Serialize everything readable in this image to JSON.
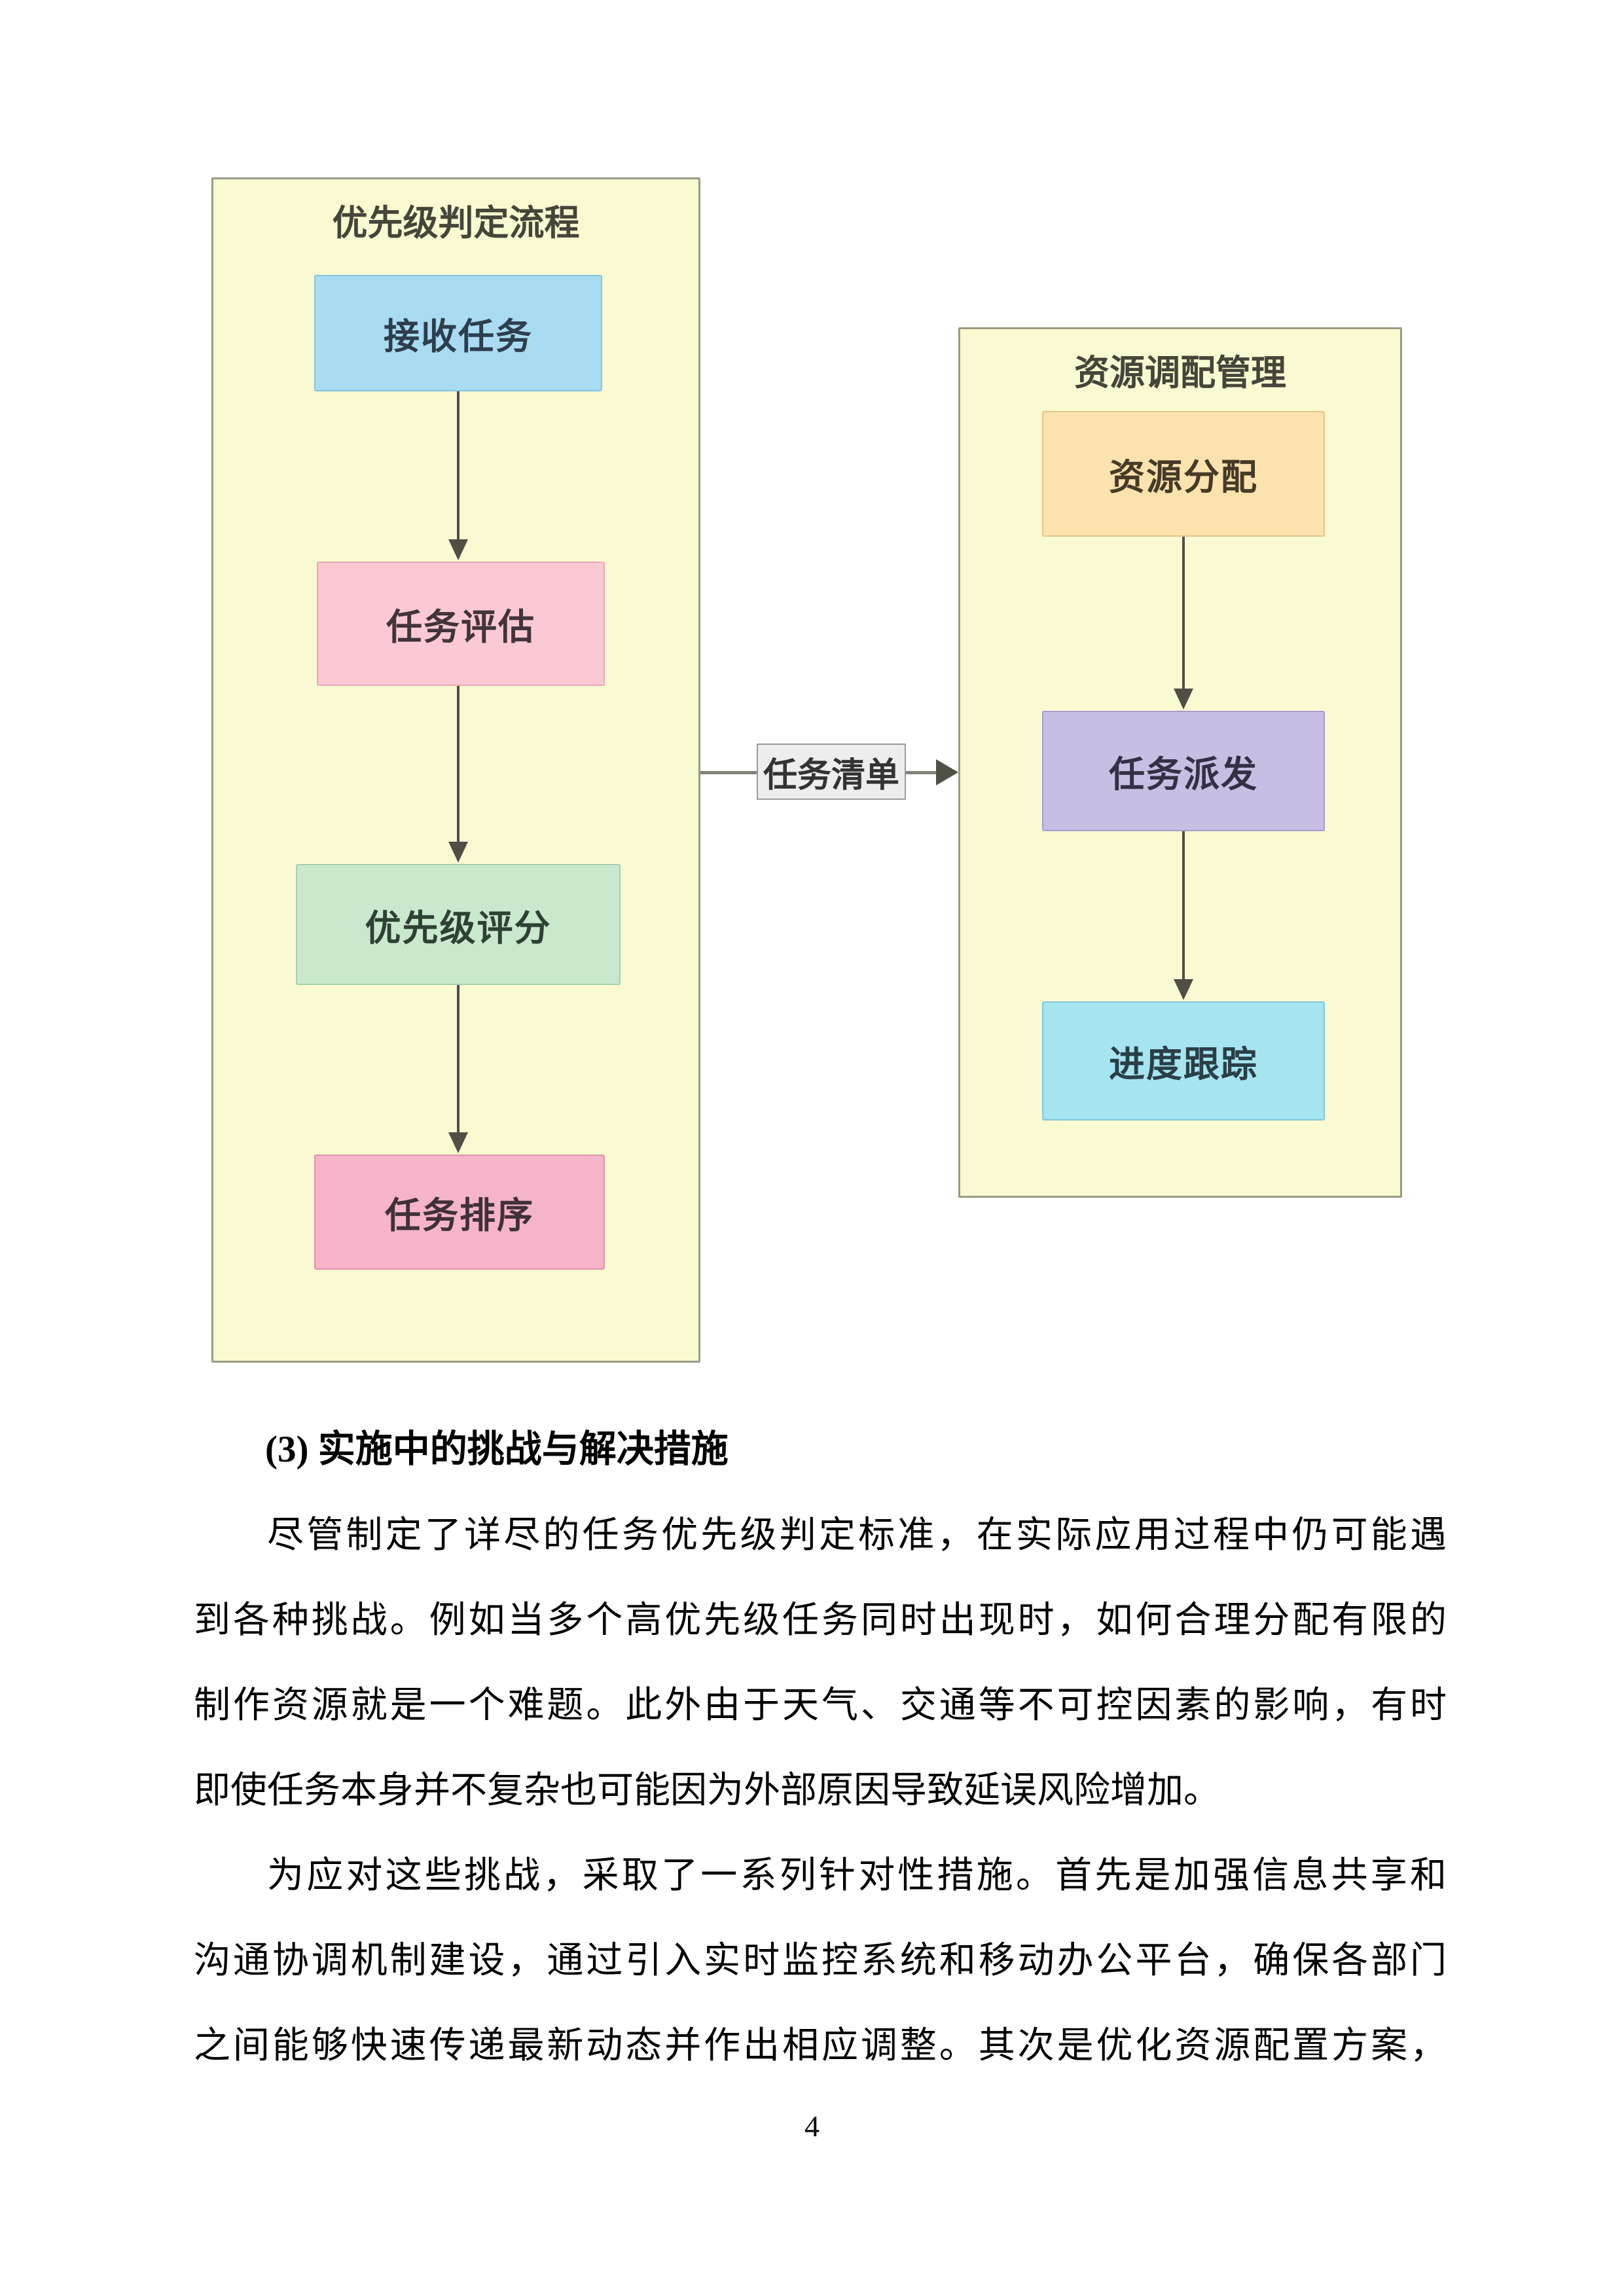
{
  "diagram": {
    "arrow_color": "#4f4f46",
    "hline_color": "#82827a",
    "container_fill": "#FAFAD2",
    "container_border": "#9a9a85",
    "edge_label": {
      "text": "任务清单",
      "fill": "#EDEDED",
      "border": "#9a9a9a",
      "text_color": "#333333"
    },
    "left_group": {
      "title": "优先级判定流程",
      "nodes": [
        {
          "label": "接收任务",
          "fill": "#A9DCF2",
          "border": "#86C3DF",
          "text_color": "#2e3e4e"
        },
        {
          "label": "任务评估",
          "fill": "#FAC9D3",
          "border": "#E8A8B8",
          "text_color": "#41343a"
        },
        {
          "label": "优先级评分",
          "fill": "#C9E8CE",
          "border": "#A6D0AE",
          "text_color": "#2f4034"
        },
        {
          "label": "任务排序",
          "fill": "#F5B4C9",
          "border": "#DE93AE",
          "text_color": "#40303a"
        }
      ]
    },
    "right_group": {
      "title": "资源调配管理",
      "top_border": "#d98c7e",
      "nodes": [
        {
          "label": "资源分配",
          "fill": "#FBE2AE",
          "border": "#E6C586",
          "text_color": "#463a28"
        },
        {
          "label": "任务派发",
          "fill": "#C7BEE4",
          "border": "#A89BCE",
          "text_color": "#352f45"
        },
        {
          "label": "进度跟踪",
          "fill": "#A6E4F0",
          "border": "#7FC8DC",
          "text_color": "#2a3f46"
        }
      ]
    }
  },
  "content": {
    "heading": "(3) 实施中的挑战与解决措施",
    "paragraphs": [
      {
        "lines": [
          "尽管制定了详尽的任务优先级判定标准，在实际应用过程中仍可能遇",
          "到各种挑战。例如当多个高优先级任务同时出现时，如何合理分配有限的",
          "制作资源就是一个难题。此外由于天气、交通等不可控因素的影响，有时",
          "即使任务本身并不复杂也可能因为外部原因导致延误风险增加。"
        ]
      },
      {
        "lines": [
          "为应对这些挑战，采取了一系列针对性措施。首先是加强信息共享和",
          "沟通协调机制建设，通过引入实时监控系统和移动办公平台，确保各部门",
          "之间能够快速传递最新动态并作出相应调整。其次是优化资源配置方案，"
        ]
      }
    ]
  },
  "page": {
    "number": "4"
  }
}
